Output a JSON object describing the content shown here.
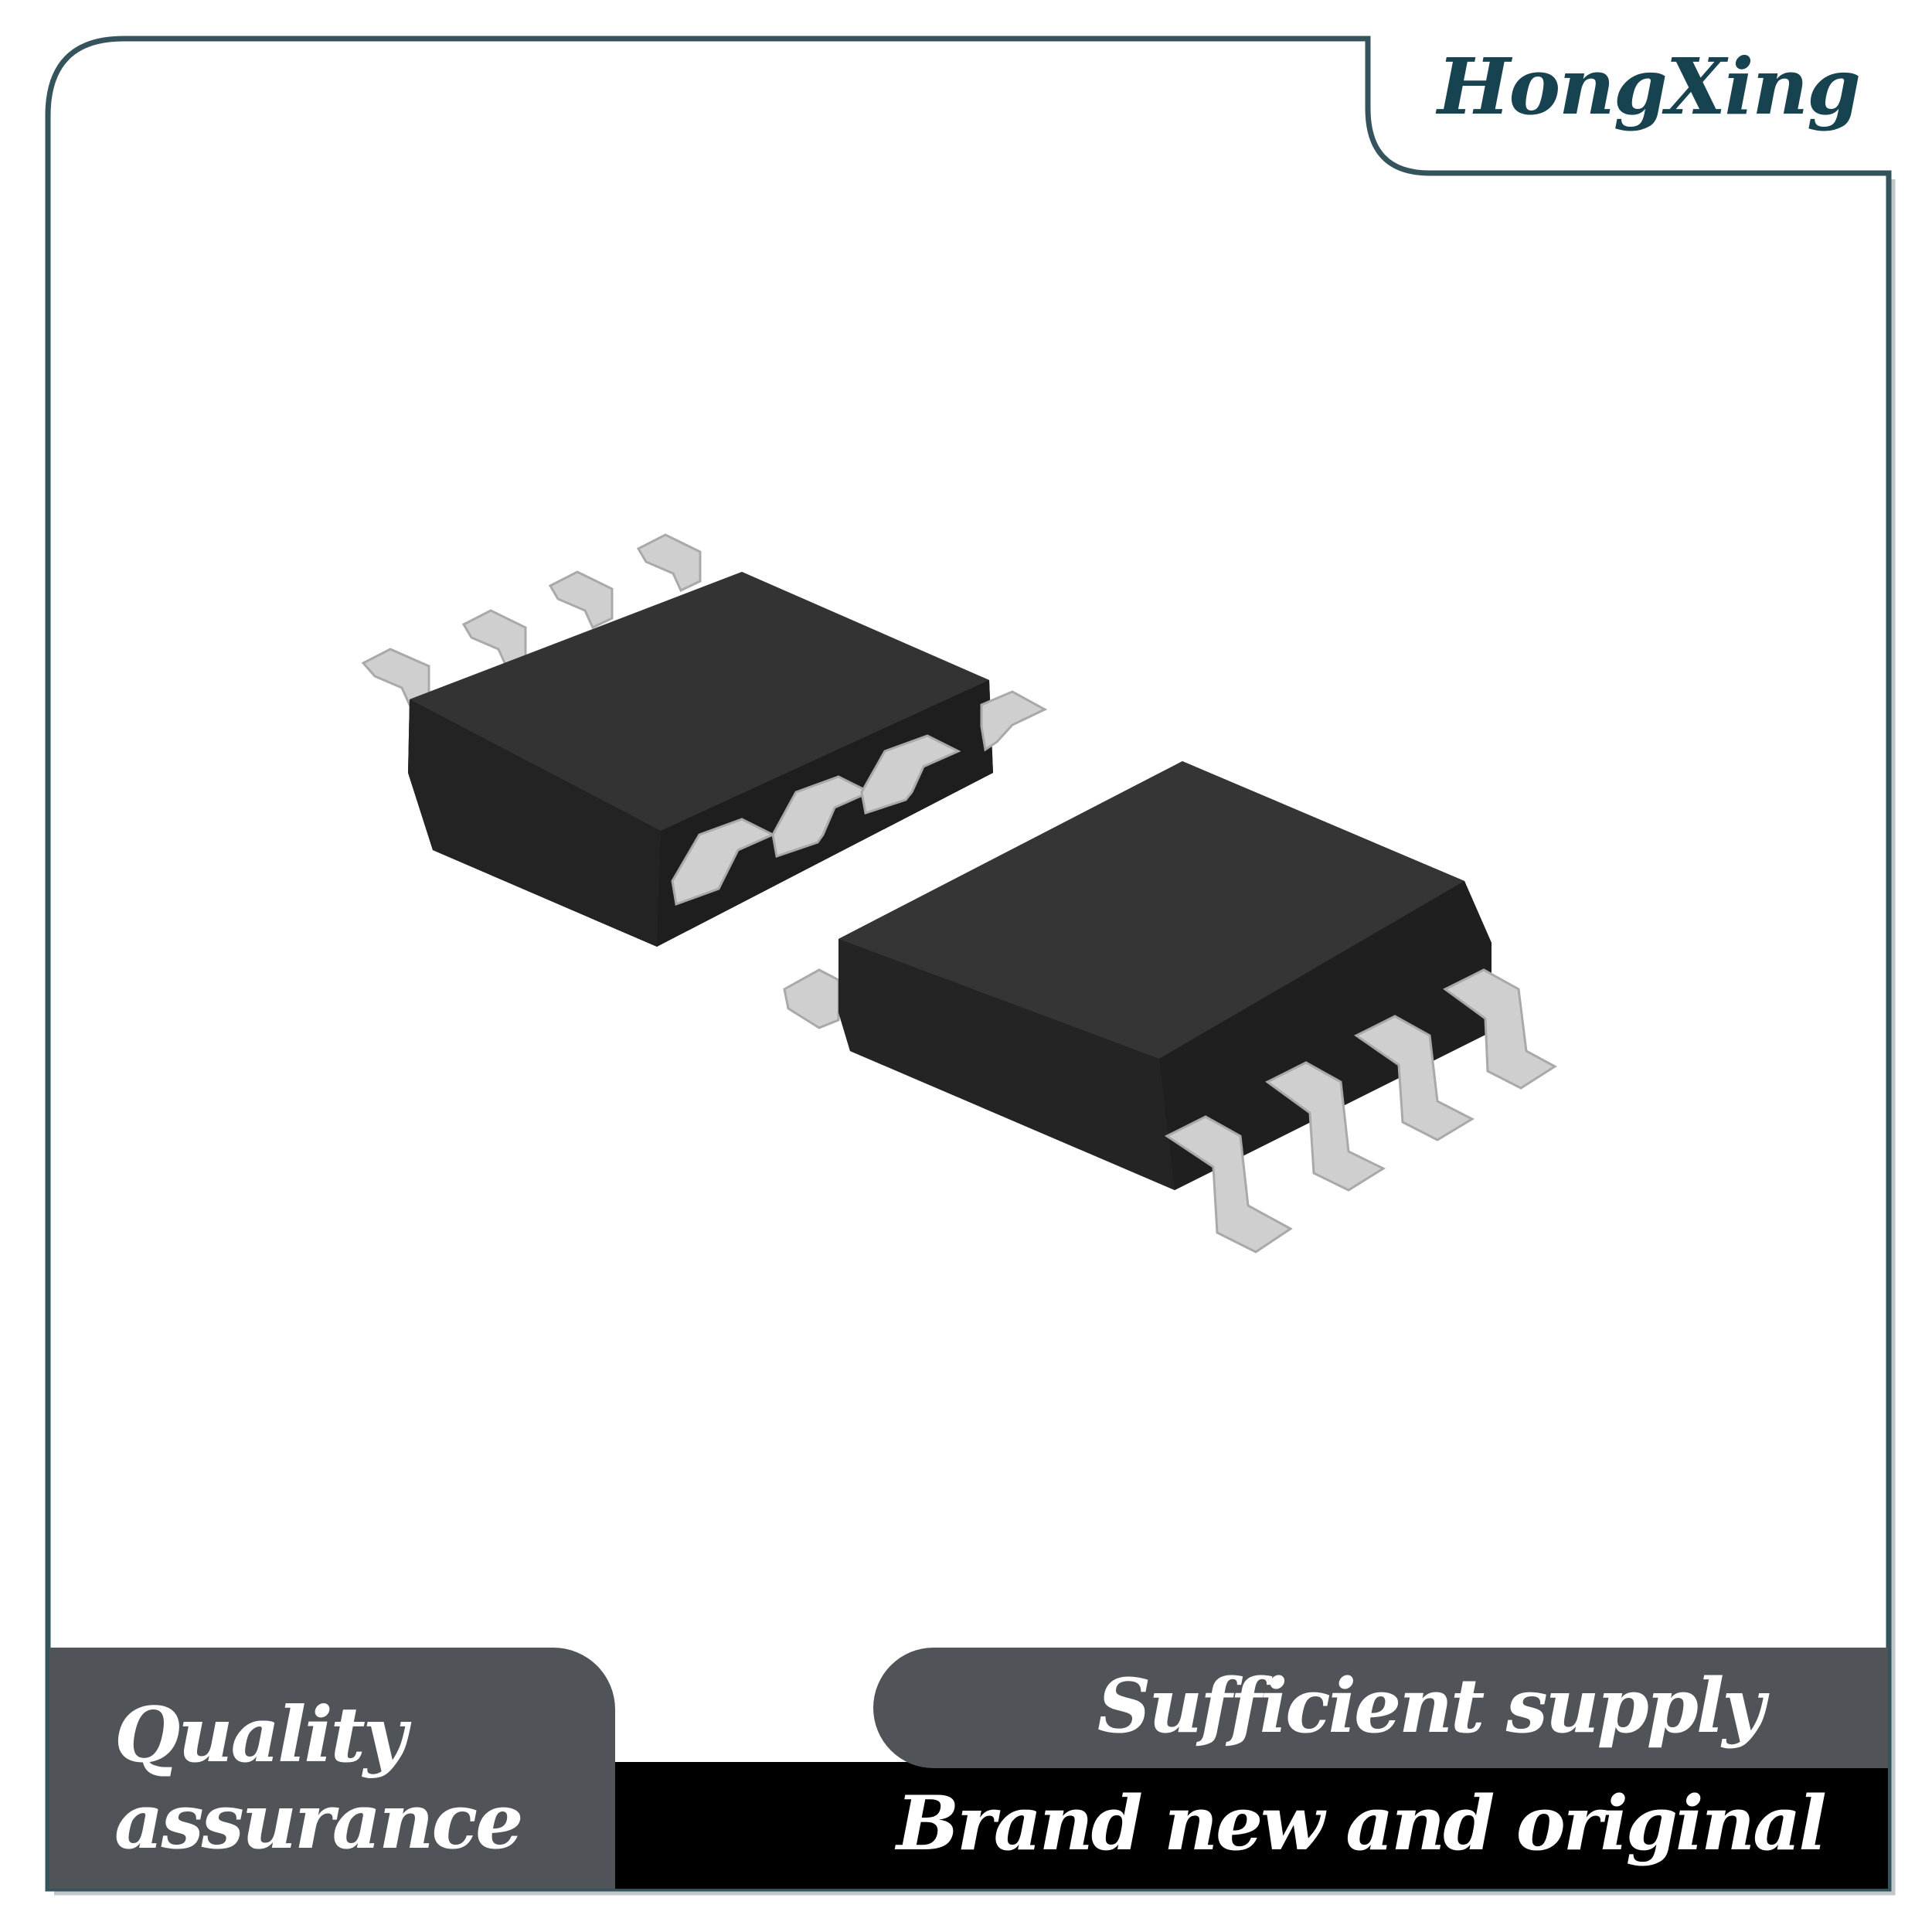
{
  "brand": {
    "name": "HongXing"
  },
  "badges": {
    "quality_line1": "Quality",
    "quality_line2": "assurance",
    "supply": "Sufficient supply",
    "original": "Brand new and original"
  },
  "product": {
    "icon": "soic-8-ic-chip",
    "count": 2
  },
  "colors": {
    "frame": "#35535c",
    "brand_text": "#17424f",
    "panel_gray": "#505357",
    "band_black": "#000000",
    "chip_body": "#2b2b2b",
    "chip_pins": "#cfcfcf"
  }
}
